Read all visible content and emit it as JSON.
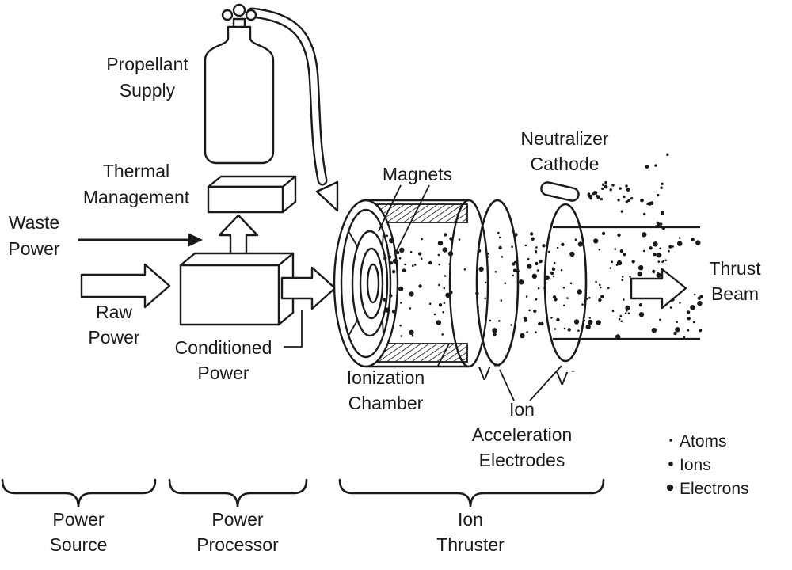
{
  "labels": {
    "propellant_supply": {
      "line1": "Propellant",
      "line2": "Supply"
    },
    "thermal_management": {
      "line1": "Thermal",
      "line2": "Management"
    },
    "waste_power": {
      "line1": "Waste",
      "line2": "Power"
    },
    "raw_power": {
      "line1": "Raw",
      "line2": "Power"
    },
    "conditioned_power": {
      "line1": "Conditioned",
      "line2": "Power"
    },
    "magnets": "Magnets",
    "ionization_chamber": {
      "line1": "Ionization",
      "line2": "Chamber"
    },
    "electrode_positive": {
      "base": "V",
      "sup": "+"
    },
    "electrode_negative": {
      "base": "V",
      "sup": "-"
    },
    "ion_acceleration_electrodes": {
      "line1": "Ion",
      "line2": "Acceleration",
      "line3": "Electrodes"
    },
    "neutralizer_cathode": {
      "line1": "Neutralizer",
      "line2": "Cathode"
    },
    "thrust_beam": {
      "line1": "Thrust",
      "line2": "Beam"
    }
  },
  "legend": {
    "items": [
      {
        "label": "Atoms",
        "dot_radius": 1.7
      },
      {
        "label": "Ions",
        "dot_radius": 2.8
      },
      {
        "label": "Electrons",
        "dot_radius": 4.2
      }
    ]
  },
  "sections": [
    {
      "line1": "Power",
      "line2": "Source"
    },
    {
      "line1": "Power",
      "line2": "Processor"
    },
    {
      "line1": "Ion",
      "line2": "Thruster"
    }
  ],
  "colors": {
    "ink": "#1a1a1a",
    "background": "#ffffff"
  }
}
